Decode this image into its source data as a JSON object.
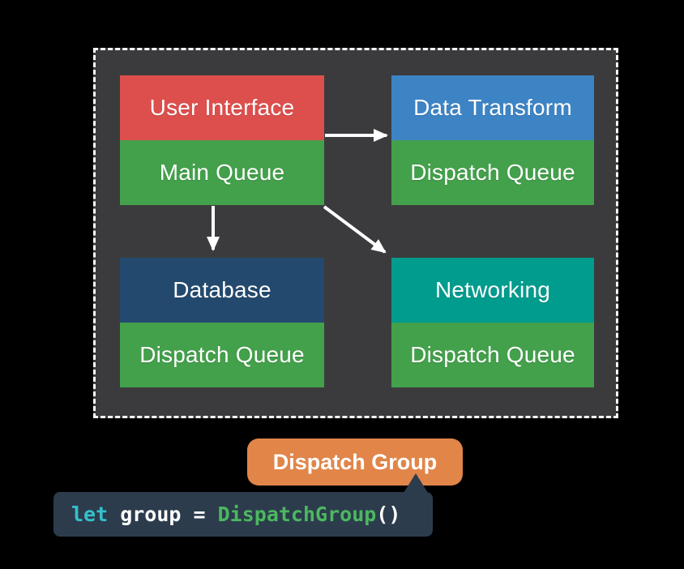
{
  "diagram": {
    "boxes": [
      {
        "name": "user-interface",
        "header": "User Interface",
        "body": "Main Queue",
        "header_color": "#dd4f4d",
        "body_color": "#43a04b"
      },
      {
        "name": "data-transform",
        "header": "Data Transform",
        "body": "Dispatch Queue",
        "header_color": "#3d84c5",
        "body_color": "#43a04b"
      },
      {
        "name": "database",
        "header": "Database",
        "body": "Dispatch Queue",
        "header_color": "#234a6e",
        "body_color": "#43a04b"
      },
      {
        "name": "networking",
        "header": "Networking",
        "body": "Dispatch Queue",
        "header_color": "#009c8d",
        "body_color": "#43a04b"
      }
    ],
    "arrows": [
      {
        "from": "Main Queue",
        "to": "Data Transform"
      },
      {
        "from": "Main Queue",
        "to": "Database"
      },
      {
        "from": "Main Queue",
        "to": "Networking"
      }
    ],
    "arrow_color": "#ffffff",
    "container_bg": "#3b3b3d",
    "container_border": "#ffffff"
  },
  "callout": {
    "label": "Dispatch Group",
    "color": "#e18549"
  },
  "code": {
    "background": "#2c3c4d",
    "tokens": [
      {
        "text": "let",
        "color": "#35c0cc"
      },
      {
        "text": " group = ",
        "color": "#ffffff"
      },
      {
        "text": "DispatchGroup",
        "color": "#4cb85f"
      },
      {
        "text": "()",
        "color": "#ffffff"
      }
    ]
  }
}
